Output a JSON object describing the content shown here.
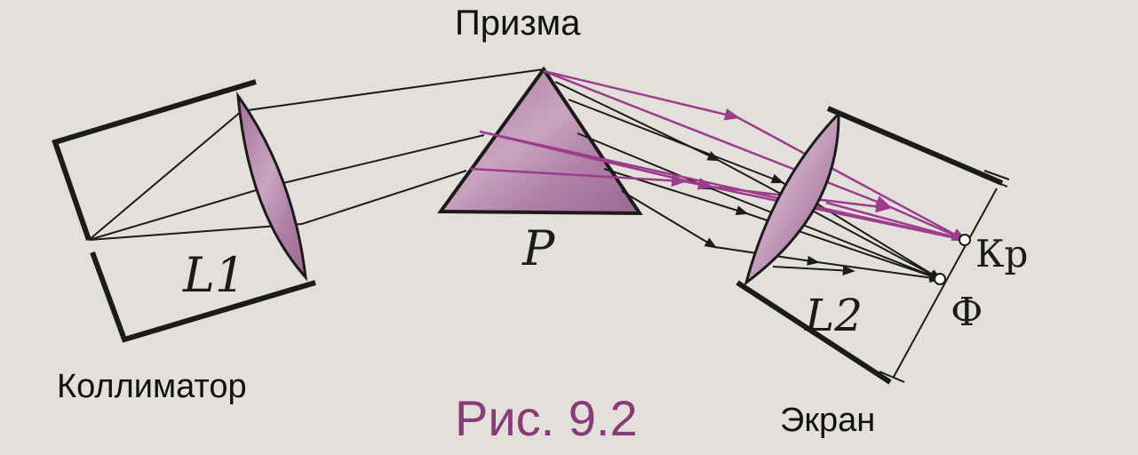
{
  "captions": {
    "prism": "Призма",
    "collimator": "Коллиматор",
    "screen": "Экран",
    "figure": "Рис. 9.2"
  },
  "labels": {
    "lens1": "L1",
    "prism": "P",
    "lens2": "L2",
    "red_point": "Кр",
    "violet_point": "Ф"
  },
  "colors": {
    "background": "#e3e0dc",
    "ink": "#1b1b1b",
    "violet_ray": "#9b3c8c",
    "glass_fill": "#b78bae",
    "caption_purple": "#8a3a75"
  }
}
